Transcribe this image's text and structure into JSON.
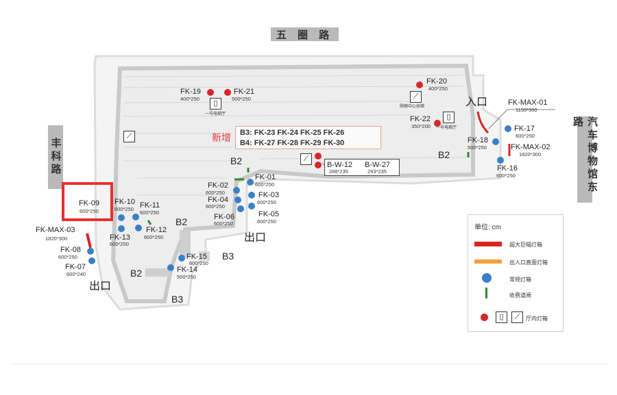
{
  "roads": {
    "top": "五 圈 路",
    "left": "丰科路",
    "right": "汽车博物馆东路"
  },
  "highlight": {
    "label": "FK-09",
    "size": "600*250"
  },
  "signs": [
    {
      "label": "FK-19",
      "size": "400*250",
      "color": "red"
    },
    {
      "label": "FK-21",
      "size": "500*250",
      "color": "red"
    },
    {
      "label": "FK-20",
      "size": "400*250",
      "color": "red"
    },
    {
      "label": "FK-22",
      "size": "350*200",
      "color": "red"
    },
    {
      "label": "FK-17",
      "size": "600*250",
      "color": "blue"
    },
    {
      "label": "FK-18",
      "size": "500*250",
      "color": "blue"
    },
    {
      "label": "FK-16",
      "size": "600*250",
      "color": "blue"
    },
    {
      "label": "FK-01",
      "size": "600*250",
      "color": "blue"
    },
    {
      "label": "FK-02",
      "size": "600*250",
      "color": "blue"
    },
    {
      "label": "FK-04",
      "size": "600*250",
      "color": "blue"
    },
    {
      "label": "FK-03",
      "size": "600*250",
      "color": "blue"
    },
    {
      "label": "FK-06",
      "size": "600*250",
      "color": "blue"
    },
    {
      "label": "FK-05",
      "size": "600*250",
      "color": "blue"
    },
    {
      "label": "FK-10",
      "size": "600*250",
      "color": "blue"
    },
    {
      "label": "FK-11",
      "size": "600*250",
      "color": "blue"
    },
    {
      "label": "FK-12",
      "size": "600*250",
      "color": "blue"
    },
    {
      "label": "FK-13",
      "size": "600*250",
      "color": "blue"
    },
    {
      "label": "FK-08",
      "size": "600*250",
      "color": "blue"
    },
    {
      "label": "FK-07",
      "size": "600*240",
      "color": "blue"
    },
    {
      "label": "FK-15",
      "size": "600*250",
      "color": "blue"
    },
    {
      "label": "FK-14",
      "size": "500*250",
      "color": "blue"
    }
  ],
  "max_signs": [
    {
      "label": "FK-MAX-01",
      "size": "1150*300"
    },
    {
      "label": "FK-MAX-02",
      "size": "1820*300"
    },
    {
      "label": "FK-MAX-03",
      "size": "1820*300"
    }
  ],
  "new_group": {
    "label": "新增",
    "rows": [
      "B3:  FK-23   FK-24   FK-25   FK-26",
      "B4:  FK-27   FK-28   FK-29   FK-30"
    ]
  },
  "bw": [
    {
      "label": "B-W-12",
      "size": "288*235"
    },
    {
      "label": "B-W-27",
      "size": "293*235"
    }
  ],
  "markers": {
    "entrance": "入口",
    "exit": "出口",
    "b2": "B2",
    "b3": "B3",
    "elevator_1": "一号电梯厅",
    "elevator_2": "一号电梯厅",
    "mall_escalator": "购物中心扶梯"
  },
  "legend": {
    "unit": "单位:  cm",
    "items": [
      {
        "label": "超大巨幅灯箱",
        "swatch": "#d8261f"
      },
      {
        "label": "出入口直面灯箱",
        "swatch": "#f2a23a"
      },
      {
        "label": "常规灯箱",
        "swatch": "#3a80c8"
      },
      {
        "label": "收费道闸",
        "swatch": "#2e8b2e"
      },
      {
        "label": "厅内灯箱",
        "swatch": "#d6262a"
      }
    ]
  }
}
